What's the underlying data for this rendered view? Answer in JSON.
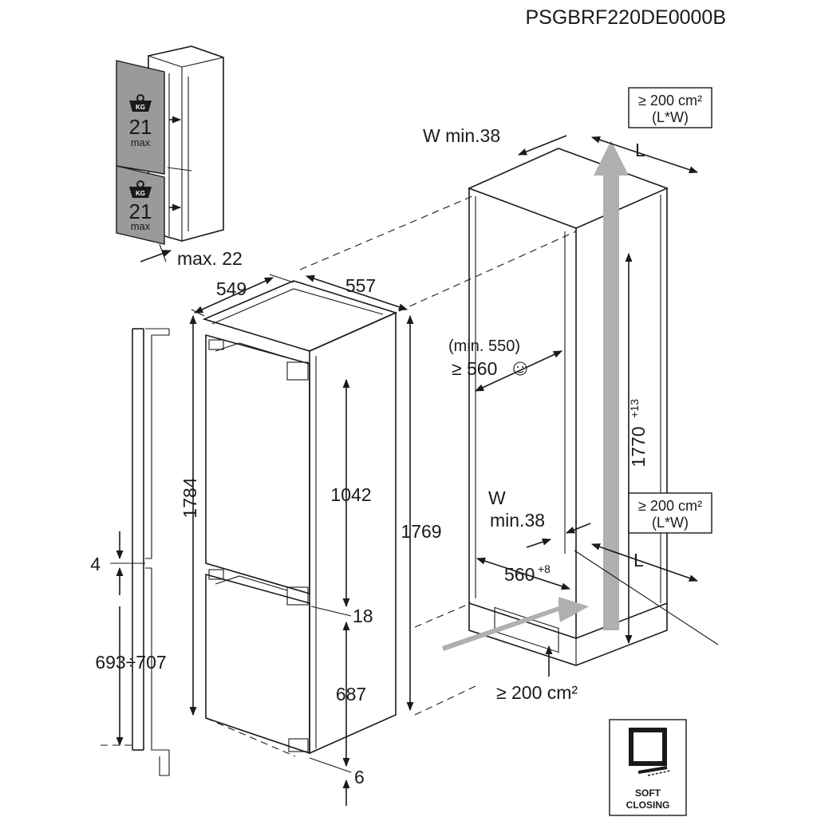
{
  "model_code": "PSGBRF220DE0000B",
  "door_panels": [
    {
      "weight_icon_text": "KG",
      "weight_value": "21",
      "weight_unit": "max"
    },
    {
      "weight_icon_text": "KG",
      "weight_value": "21",
      "weight_unit": "max"
    }
  ],
  "max_door_thickness": "max. 22",
  "appliance": {
    "depth": "549",
    "width": "557",
    "height_total": "1784",
    "height_body": "1769",
    "upper_door": "1042",
    "door_gap": "18",
    "lower_door": "687",
    "bottom_gap": "6"
  },
  "side_view": {
    "gap": "4",
    "lower_range": "693÷707"
  },
  "niche": {
    "ventilation_top": {
      "area": "≥ 200 cm²",
      "formula": "(L*W)",
      "letter": "L"
    },
    "ventilation_bottom": {
      "area": "≥ 200 cm²",
      "formula": "(L*W)",
      "letter": "L"
    },
    "w_min_top": "W min.38",
    "w_label": "W",
    "w_min_bottom": "min.38",
    "min_depth_note": "(min. 550)",
    "depth_min": "≥ 560",
    "height": "1770",
    "height_tolerance": "+13",
    "width": "560",
    "width_tolerance": "+8",
    "plinth_vent": "≥ 200 cm²"
  },
  "soft_closing": {
    "line1": "SOFT",
    "line2": "CLOSING"
  },
  "colors": {
    "ink": "#1a1a1a",
    "panel_gray": "#9a9a9a",
    "arrow_gray": "#b0b0b0"
  },
  "icons": [
    "weight-icon",
    "smiley-icon",
    "soft-closing-icon",
    "airflow-arrow-icon"
  ]
}
